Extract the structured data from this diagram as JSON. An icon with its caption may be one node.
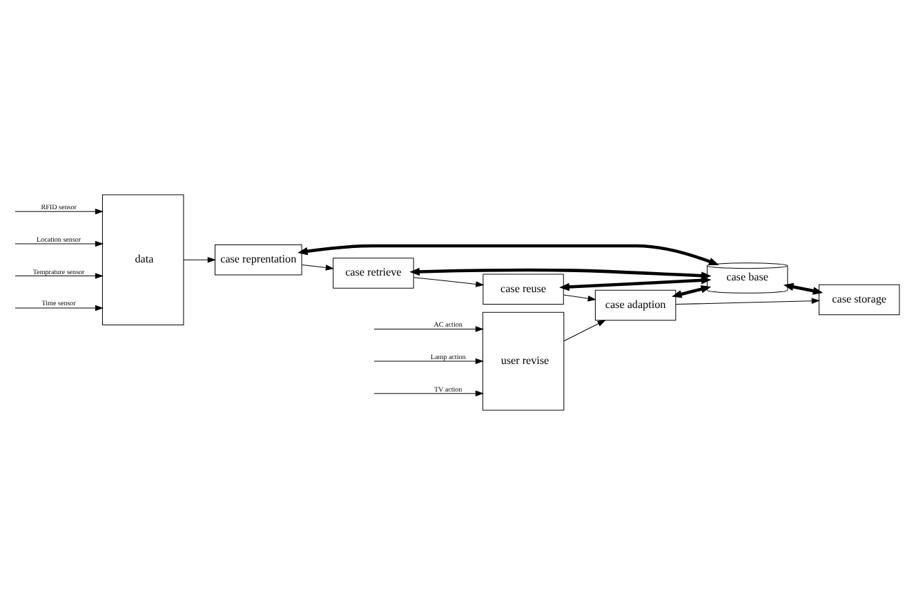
{
  "diagram": {
    "nodes": [
      {
        "text": [
          "data"
        ]
      },
      {
        "text": [
          "case reprentation"
        ]
      },
      {
        "text": [
          "case base"
        ]
      },
      {
        "text": [
          "case storage"
        ]
      },
      {
        "text": [
          "case retrieve"
        ]
      },
      {
        "text": [
          "case reuse"
        ]
      },
      {
        "text": [
          "case adaption"
        ]
      },
      {
        "text": [
          "user revise"
        ]
      }
    ],
    "edges": [
      {
        "from": null,
        "to": 0,
        "arrow": "to",
        "label": "RFID sensor"
      },
      {
        "from": null,
        "to": 0,
        "arrow": "to",
        "label": "Location sensor"
      },
      {
        "from": null,
        "to": 0,
        "arrow": "to",
        "label": "Temprature sensor"
      },
      {
        "from": null,
        "to": 0,
        "arrow": "to",
        "label": "Time sensor"
      },
      {
        "from": 0,
        "to": 1,
        "arrow": "to"
      },
      {
        "from": 1,
        "to": 2,
        "arrow": "both",
        "style": "thick"
      },
      {
        "from": 2,
        "to": 3,
        "arrow": "both",
        "style": "thick"
      },
      {
        "from": 1,
        "to": 4,
        "arrow": "to"
      },
      {
        "from": 4,
        "to": 2,
        "arrow": "both",
        "style": "thick"
      },
      {
        "from": 5,
        "to": 2,
        "arrow": "both",
        "style": "thick"
      },
      {
        "from": 6,
        "to": 2,
        "arrow": "both",
        "style": "thick"
      },
      {
        "from": 4,
        "to": 5,
        "arrow": "to"
      },
      {
        "from": 5,
        "to": 6,
        "arrow": "to"
      },
      {
        "from": 6,
        "to": 3,
        "arrow": "to"
      },
      {
        "from": 7,
        "to": 6,
        "arrow": "to"
      },
      {
        "from": null,
        "to": 7,
        "arrow": "to",
        "label": "AC action"
      },
      {
        "from": null,
        "to": 7,
        "arrow": "to",
        "label": "Lamp action"
      },
      {
        "from": null,
        "to": 7,
        "arrow": "to",
        "label": "TV action"
      }
    ]
  }
}
